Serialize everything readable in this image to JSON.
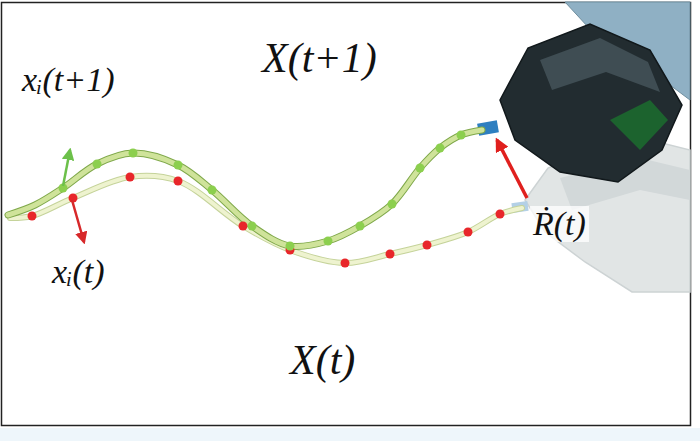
{
  "diagram": {
    "labels": [
      "X(t+1)",
      "xᵢ(t+1)",
      "Ṙ(t)",
      "xᵢ(t)",
      "X(t)"
    ]
  }
}
